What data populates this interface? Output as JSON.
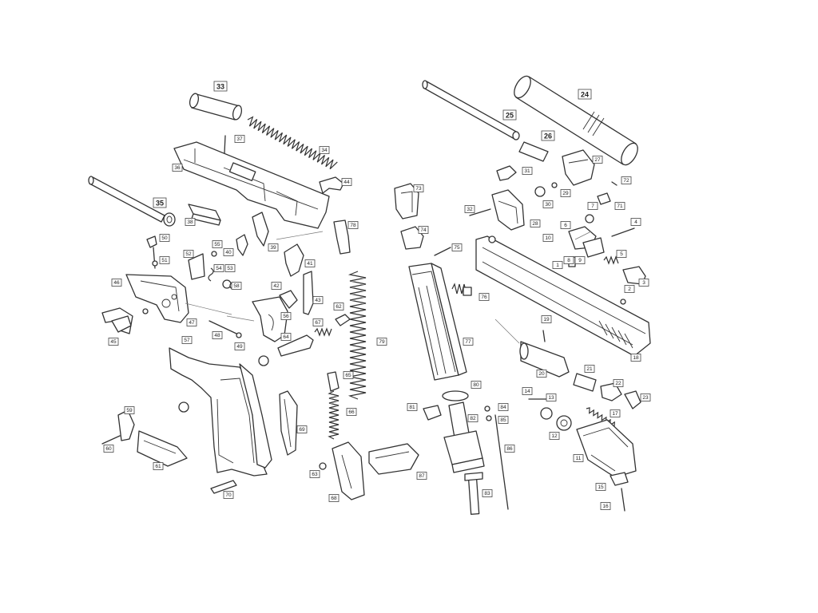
{
  "labels": [
    "33",
    "34",
    "35",
    "36",
    "37",
    "38",
    "39",
    "40",
    "41",
    "42",
    "43",
    "44",
    "45",
    "46",
    "47",
    "48",
    "49",
    "50",
    "51",
    "52",
    "53",
    "54",
    "55",
    "56",
    "57",
    "58",
    "59",
    "60",
    "61",
    "62",
    "63",
    "64",
    "65",
    "66",
    "67",
    "68",
    "69",
    "70",
    "78",
    "79",
    "73",
    "74",
    "75",
    "76",
    "77",
    "80",
    "81",
    "82",
    "83",
    "84",
    "85",
    "86",
    "87",
    "24",
    "25",
    "26",
    "27",
    "28",
    "29",
    "30",
    "31",
    "32",
    "71",
    "72",
    "7",
    "6",
    "5",
    "4",
    "3",
    "2",
    "1",
    "8",
    "9",
    "10",
    "11",
    "12",
    "13",
    "14",
    "15",
    "16",
    "17",
    "18",
    "19",
    "20",
    "21",
    "22",
    "23"
  ]
}
